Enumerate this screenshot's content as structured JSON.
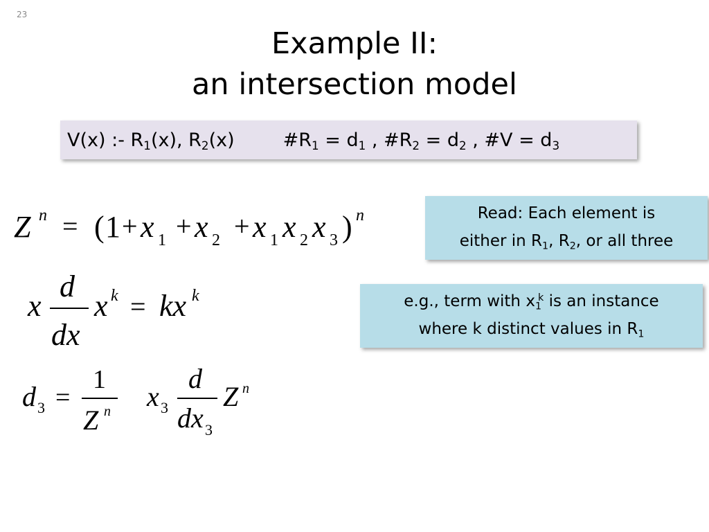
{
  "slide": {
    "number": "23",
    "title_line1": "Example II:",
    "title_line2": "an intersection model"
  },
  "query": {
    "head": "V(x) :- R",
    "r1_sub": "1",
    "mid": "(x), R",
    "r2_sub": "2",
    "tail": "(x)",
    "card1_pre": "#R",
    "card1_sub": "1",
    "card1_eq": " = d",
    "card1_dsub": "1",
    "card2_pre": " , #R",
    "card2_sub": "2",
    "card2_eq": " = d",
    "card2_dsub": "2",
    "card3_pre": " , #V = d",
    "card3_dsub": "3"
  },
  "note1": {
    "line1": "Read: Each element is",
    "line2_pre": "either in R",
    "line2_sub1": "1",
    "line2_mid": ", R",
    "line2_sub2": "2",
    "line2_post": ", or all three"
  },
  "note2": {
    "line1_pre": "e.g., term with x",
    "line1_sub": "1",
    "line1_sup": "k",
    "line1_post": " is an instance",
    "line2_pre": "where k distinct values in R",
    "line2_sub": "1"
  },
  "equations": {
    "eq1": {
      "Z": "Z",
      "n": "n",
      "equals": "=",
      "lparen": "(",
      "one": "1",
      "plus1": "+",
      "x1": "x",
      "x1_sub": "1",
      "plus2": "+",
      "x2": "x",
      "x2_sub": "2",
      "plus3": "+",
      "x1b": "x",
      "x1b_sub": "1",
      "x2b": "x",
      "x2b_sub": "2",
      "x3": "x",
      "x3_sub": "3",
      "rparen": ")",
      "n_exp": "n"
    },
    "eq2": {
      "x": "x",
      "d": "d",
      "dx": "dx",
      "xk": "x",
      "k": "k",
      "equals": "=",
      "kxk": "kx",
      "k2": "k"
    },
    "eq3": {
      "d": "d",
      "d_sub": "3",
      "equals": "=",
      "one": "1",
      "Z": "Z",
      "n": "n",
      "x": "x",
      "x_sub": "3",
      "dnum": "d",
      "dden": "dx",
      "dden_sub": "3",
      "Z2": "Z",
      "n2": "n"
    }
  }
}
